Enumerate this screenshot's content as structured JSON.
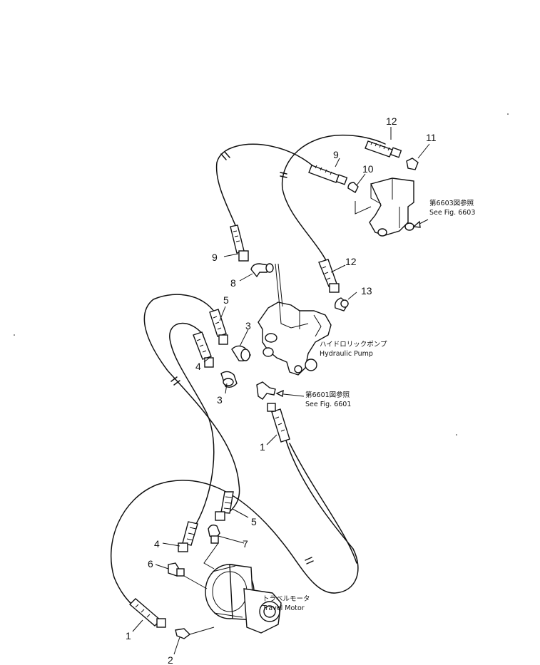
{
  "numbers": {
    "n1a": "1",
    "n1b": "1",
    "n2": "2",
    "n3a": "3",
    "n3b": "3",
    "n4a": "4",
    "n4b": "4",
    "n5a": "5",
    "n5b": "5",
    "n6": "6",
    "n7": "7",
    "n8": "8",
    "n9a": "9",
    "n9b": "9",
    "n10": "10",
    "n11": "11",
    "n12a": "12",
    "n12b": "12",
    "n13": "13"
  },
  "callouts": {
    "fig6603_jp": "第6603図参照",
    "fig6603_en": "See Fig. 6603",
    "fig6601_jp": "第6601図参照",
    "fig6601_en": "See Fig. 6601",
    "pump_jp": "ハイドロリックポンプ",
    "pump_en": "Hydraulic Pump",
    "motor_jp": "トラベルモータ",
    "motor_en": "Travel Motor"
  }
}
